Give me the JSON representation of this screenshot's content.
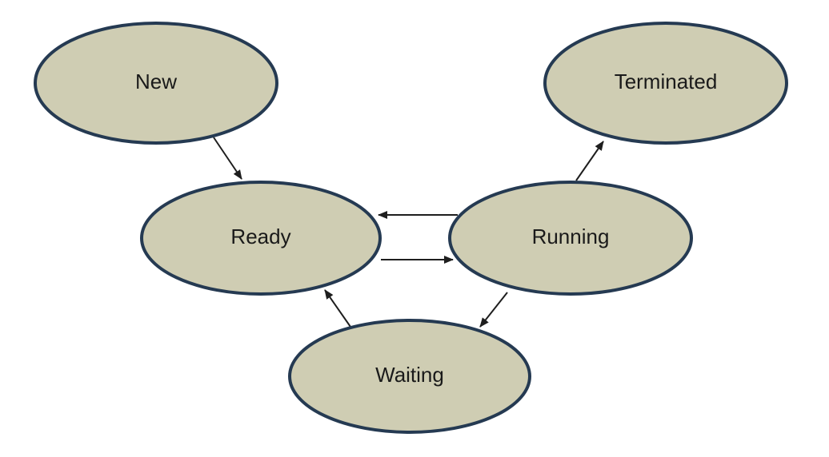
{
  "colors": {
    "node_fill": "#cfcdb3",
    "node_stroke": "#253a52",
    "edge": "#1e1e1e",
    "text": "#1a1a1a"
  },
  "states": {
    "new": "New",
    "terminated": "Terminated",
    "ready": "Ready",
    "running": "Running",
    "waiting": "Waiting"
  },
  "transitions": [
    {
      "from": "new",
      "to": "ready"
    },
    {
      "from": "running",
      "to": "ready"
    },
    {
      "from": "ready",
      "to": "running"
    },
    {
      "from": "running",
      "to": "terminated"
    },
    {
      "from": "running",
      "to": "waiting"
    },
    {
      "from": "waiting",
      "to": "ready"
    }
  ]
}
